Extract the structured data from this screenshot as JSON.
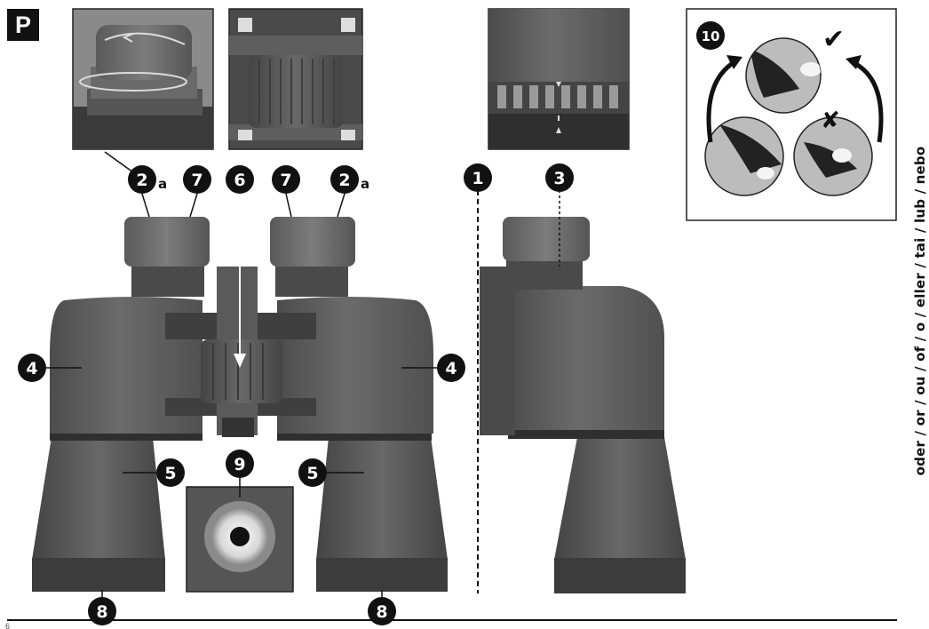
{
  "language_badge": "P",
  "language_note": "oder / or / ou / of / o / eller / tai / lub / nebo",
  "page_number": "6",
  "callouts": {
    "c1": "1",
    "c2a_left": "2",
    "c2a_right": "2",
    "suffix_a": "a",
    "c3": "3",
    "c4_left": "4",
    "c4_right": "4",
    "c5_left": "5",
    "c5_right": "5",
    "c6": "6",
    "c7_left": "7",
    "c7_right": "7",
    "c8_left": "8",
    "c8_right": "8",
    "c9": "9",
    "c10": "10"
  },
  "marks": {
    "check": "✔",
    "cross": "✘"
  },
  "colors": {
    "body_dark": "#4a4a4a",
    "body_mid": "#5d5d5d",
    "body_light": "#707070",
    "badge": "#111111",
    "photo_gray": "#bdbdbd"
  }
}
